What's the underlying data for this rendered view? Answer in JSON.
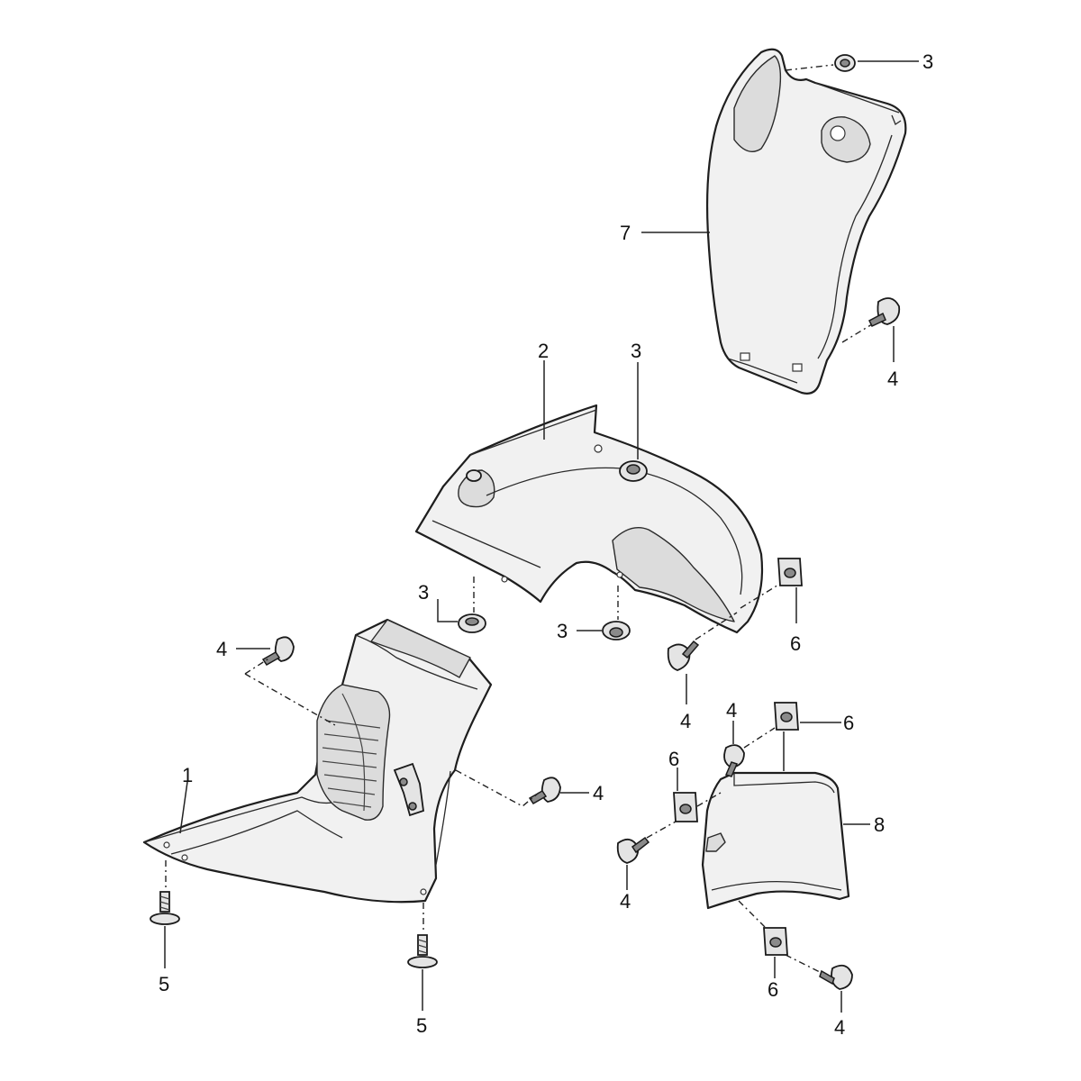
{
  "callouts": {
    "c1": "1",
    "c2": "2",
    "c3a": "3",
    "c3b": "3",
    "c3c": "3",
    "c3d": "3",
    "c4a": "4",
    "c4b": "4",
    "c4c": "4",
    "c4d": "4",
    "c4e": "4",
    "c4f": "4",
    "c4g": "4",
    "c5a": "5",
    "c5b": "5",
    "c6a": "6",
    "c6b": "6",
    "c6c": "6",
    "c6d": "6",
    "c7": "7",
    "c8": "8"
  }
}
